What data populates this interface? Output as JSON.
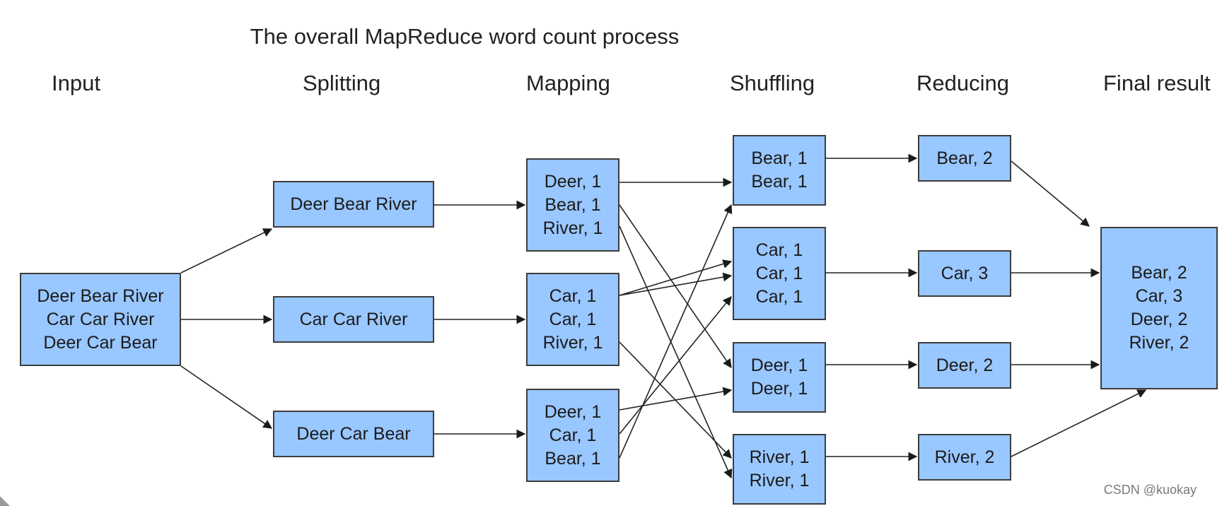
{
  "title": "The overall MapReduce word count process",
  "stages": {
    "input": "Input",
    "splitting": "Splitting",
    "mapping": "Mapping",
    "shuffling": "Shuffling",
    "reducing": "Reducing",
    "final": "Final result"
  },
  "boxes": {
    "input": [
      "Deer Bear River",
      "Car Car River",
      "Deer Car Bear"
    ],
    "split1": [
      "Deer Bear River"
    ],
    "split2": [
      "Car Car River"
    ],
    "split3": [
      "Deer Car Bear"
    ],
    "map1": [
      "Deer, 1",
      "Bear, 1",
      "River, 1"
    ],
    "map2": [
      "Car, 1",
      "Car, 1",
      "River, 1"
    ],
    "map3": [
      "Deer, 1",
      "Car, 1",
      "Bear, 1"
    ],
    "shuf_bear": [
      "Bear, 1",
      "Bear, 1"
    ],
    "shuf_car": [
      "Car, 1",
      "Car, 1",
      "Car, 1"
    ],
    "shuf_deer": [
      "Deer, 1",
      "Deer, 1"
    ],
    "shuf_river": [
      "River, 1",
      "River, 1"
    ],
    "red_bear": [
      "Bear, 2"
    ],
    "red_car": [
      "Car, 3"
    ],
    "red_deer": [
      "Deer, 2"
    ],
    "red_river": [
      "River, 2"
    ],
    "final": [
      "Bear, 2",
      "Car, 3",
      "Deer, 2",
      "River, 2"
    ]
  },
  "watermark": "CSDN @kuokay",
  "colors": {
    "box_fill": "#99c7ff",
    "box_border": "#3c3c3c",
    "arrow": "#222222"
  }
}
